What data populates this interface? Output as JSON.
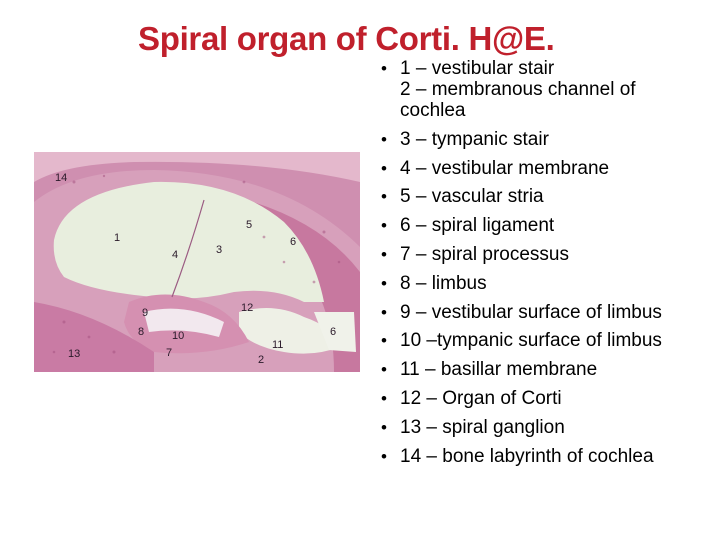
{
  "slide": {
    "title": "Spiral organ of Corti. H@E."
  },
  "figure": {
    "labels": [
      "14",
      "1",
      "4",
      "3",
      "5",
      "6",
      "9",
      "12",
      "8",
      "10",
      "6",
      "13",
      "7",
      "11",
      "2"
    ]
  },
  "legend": {
    "items": [
      {
        "text": "1 – vestibular stair",
        "continuation": [
          "2 – membranous channel of",
          "cochlea"
        ]
      },
      {
        "text": "3 – tympanic stair"
      },
      {
        "text": "4 – vestibular membrane"
      },
      {
        "text": "5 – vascular stria"
      },
      {
        "text": "6 – spiral ligament"
      },
      {
        "text": "7 – spiral processus"
      },
      {
        "text": "8 – limbus"
      },
      {
        "text": "9 – vestibular surface of limbus"
      },
      {
        "text": "10 –tympanic surface of limbus"
      },
      {
        "text": "11 – basillar membrane"
      },
      {
        "text": "12 – Organ of Corti"
      },
      {
        "text": "13 – spiral ganglion"
      },
      {
        "text": "14 – bone labyrinth of cochlea"
      }
    ]
  }
}
